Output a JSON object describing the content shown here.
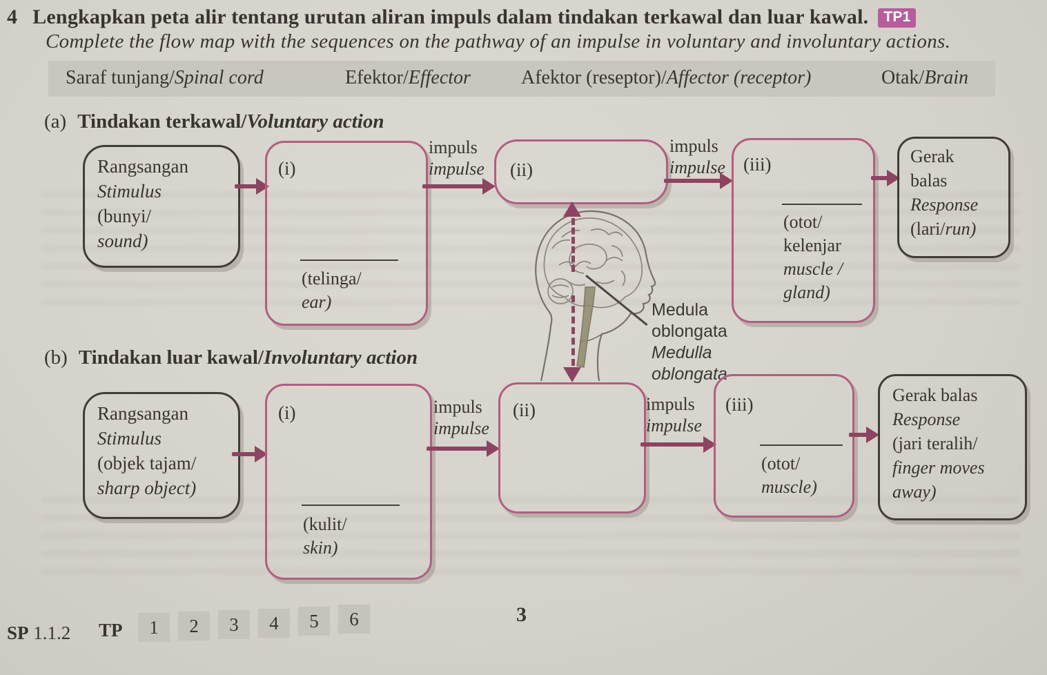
{
  "header": {
    "number": "4",
    "title_ms": "Lengkapkan peta alir tentang urutan aliran impuls dalam tindakan terkawal dan luar kawal.",
    "title_en": "Complete the flow map with the sequences on the pathway of an impulse in voluntary and involuntary actions.",
    "badge": "TP1"
  },
  "word_bank": {
    "items": [
      {
        "ms": "Saraf tunjang/",
        "en": "Spinal cord"
      },
      {
        "ms": "Efektor/",
        "en": "Effector"
      },
      {
        "ms": "Afektor (reseptor)/",
        "en": "Affector (receptor)"
      },
      {
        "ms": "Otak/",
        "en": "Brain"
      }
    ]
  },
  "labels": {
    "impulse_ms": "impuls",
    "impulse_en": "impulse"
  },
  "section_a": {
    "tag": "(a)",
    "heading_ms": "Tindakan terkawal/",
    "heading_en": "Voluntary action",
    "stimulus": {
      "l1": "Rangsangan",
      "l2": "Stimulus",
      "l3": "(bunyi/",
      "l4": "sound)"
    },
    "box_i": {
      "num": "(i)",
      "hint1": "(telinga/",
      "hint2": "ear)"
    },
    "box_ii": {
      "num": "(ii)"
    },
    "box_iii": {
      "num": "(iii)",
      "hint1": "(otot/",
      "hint2": "kelenjar",
      "hint3": "muscle /",
      "hint4": "gland)"
    },
    "response": {
      "l1": "Gerak",
      "l2": "balas",
      "l3": "Response",
      "l4_ms": "(lari/",
      "l4_en": "run)"
    }
  },
  "medulla": {
    "ms1": "Medula",
    "ms2": "oblongata",
    "en1": "Medulla",
    "en2": "oblongata"
  },
  "section_b": {
    "tag": "(b)",
    "heading_ms": "Tindakan luar kawal/",
    "heading_en": "Involuntary action",
    "stimulus": {
      "l1": "Rangsangan",
      "l2": "Stimulus",
      "l3": "(objek tajam/",
      "l4": "sharp object)"
    },
    "box_i": {
      "num": "(i)",
      "hint1": "(kulit/",
      "hint2": "skin)"
    },
    "box_ii": {
      "num": "(ii)"
    },
    "box_iii": {
      "num": "(iii)",
      "hint1": "(otot/",
      "hint2": "muscle)"
    },
    "response": {
      "l1": "Gerak balas",
      "l2": "Response",
      "l3": "(jari teralih/",
      "l4": "finger moves",
      "l5": "away)"
    }
  },
  "footer": {
    "sp_label": "SP",
    "sp_code": "1.1.2",
    "tp_label": "TP",
    "tp_numbers": [
      "1",
      "2",
      "3",
      "4",
      "5",
      "6"
    ],
    "page_number": "3"
  },
  "colors": {
    "flow_box_pink": "#b15e80",
    "arrow_maroon": "#8c4560",
    "badge_pink": "#b75d99",
    "paper": "#d6d2cc"
  }
}
